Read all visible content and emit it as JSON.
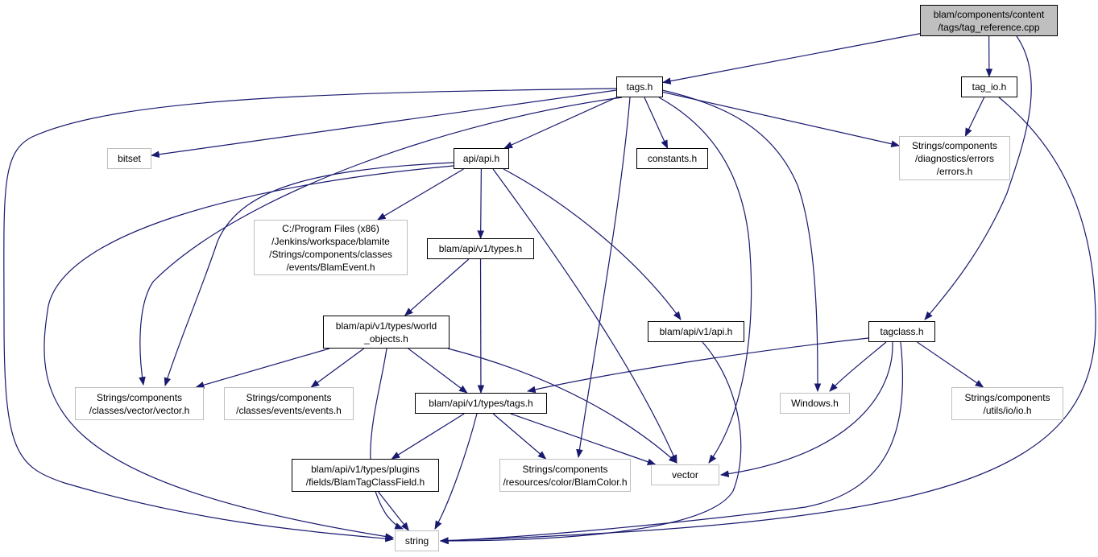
{
  "nodes": {
    "root": "blam/components/content\n/tags/tag_reference.cpp",
    "tags_h": "tags.h",
    "tag_io_h": "tag_io.h",
    "bitset": "bitset",
    "api_api_h": "api/api.h",
    "constants_h": "constants.h",
    "errors_h": "Strings/components\n/diagnostics/errors\n/errors.h",
    "blamevent_h": "C:/Program Files (x86)\n/Jenkins/workspace/blamite\n/Strings/components/classes\n/events/BlamEvent.h",
    "v1_types_h": "blam/api/v1/types.h",
    "world_objects_h": "blam/api/v1/types/world\n_objects.h",
    "v1_api_h": "blam/api/v1/api.h",
    "tagclass_h": "tagclass.h",
    "vector_h": "Strings/components\n/classes/vector/vector.h",
    "events_h": "Strings/components\n/classes/events/events.h",
    "types_tags_h": "blam/api/v1/types/tags.h",
    "windows_h": "Windows.h",
    "io_h": "Strings/components\n/utils/io/io.h",
    "blamtagclassfield_h": "blam/api/v1/types/plugins\n/fields/BlamTagClassField.h",
    "blamcolor_h": "Strings/components\n/resources/color/BlamColor.h",
    "vector": "vector",
    "string": "string"
  },
  "edges": [
    [
      "root",
      "tags_h"
    ],
    [
      "root",
      "tag_io_h"
    ],
    [
      "root",
      "tagclass_h"
    ],
    [
      "tags_h",
      "bitset"
    ],
    [
      "tags_h",
      "api_api_h"
    ],
    [
      "tags_h",
      "constants_h"
    ],
    [
      "tags_h",
      "errors_h"
    ],
    [
      "tags_h",
      "vector_h"
    ],
    [
      "tags_h",
      "blamcolor_h"
    ],
    [
      "tags_h",
      "vector"
    ],
    [
      "tags_h",
      "windows_h"
    ],
    [
      "tags_h",
      "string"
    ],
    [
      "tag_io_h",
      "errors_h"
    ],
    [
      "tag_io_h",
      "string"
    ],
    [
      "api_api_h",
      "blamevent_h"
    ],
    [
      "api_api_h",
      "v1_types_h"
    ],
    [
      "api_api_h",
      "v1_api_h"
    ],
    [
      "api_api_h",
      "vector_h"
    ],
    [
      "api_api_h",
      "vector"
    ],
    [
      "api_api_h",
      "string"
    ],
    [
      "v1_types_h",
      "world_objects_h"
    ],
    [
      "v1_types_h",
      "types_tags_h"
    ],
    [
      "world_objects_h",
      "vector_h"
    ],
    [
      "world_objects_h",
      "events_h"
    ],
    [
      "world_objects_h",
      "types_tags_h"
    ],
    [
      "world_objects_h",
      "vector"
    ],
    [
      "world_objects_h",
      "string"
    ],
    [
      "v1_api_h",
      "string"
    ],
    [
      "tagclass_h",
      "types_tags_h"
    ],
    [
      "tagclass_h",
      "windows_h"
    ],
    [
      "tagclass_h",
      "io_h"
    ],
    [
      "tagclass_h",
      "vector"
    ],
    [
      "tagclass_h",
      "string"
    ],
    [
      "types_tags_h",
      "blamtagclassfield_h"
    ],
    [
      "types_tags_h",
      "blamcolor_h"
    ],
    [
      "types_tags_h",
      "vector"
    ],
    [
      "types_tags_h",
      "string"
    ],
    [
      "blamtagclassfield_h",
      "string"
    ]
  ],
  "colors": {
    "edge": "#191970",
    "border": "#000000",
    "external_border": "#bfbfbf",
    "root_fill": "#bfbfbf"
  }
}
